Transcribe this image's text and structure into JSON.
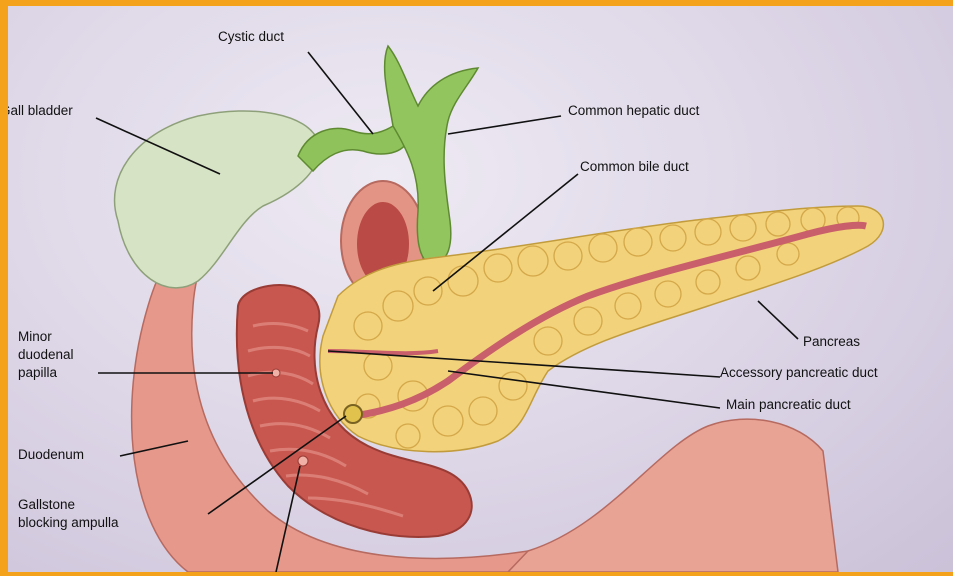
{
  "labels": {
    "cystic_duct": "Cystic duct",
    "gall_bladder": "Gall bladder",
    "common_hepatic_duct": "Common hepatic duct",
    "common_bile_duct": "Common bile duct",
    "minor_papilla_line1": "Minor",
    "minor_papilla_line2": "duodenal",
    "minor_papilla_line3": "papilla",
    "pancreas": "Pancreas",
    "accessory_pancreatic_duct": "Accessory pancreatic duct",
    "main_pancreatic_duct": "Main pancreatic duct",
    "duodenum": "Duodenum",
    "gallstone_line1": "Gallstone",
    "gallstone_line2": "blocking ampulla"
  },
  "colors": {
    "frame": "#f4a11b",
    "gallbladder": "#cfe0b8",
    "bile_duct": "#8fc25a",
    "pancreas": "#f2d27a",
    "duodenum_outer": "#e89a8c",
    "duodenum_inner": "#c9544f",
    "pancreatic_duct": "#c95f6a"
  }
}
